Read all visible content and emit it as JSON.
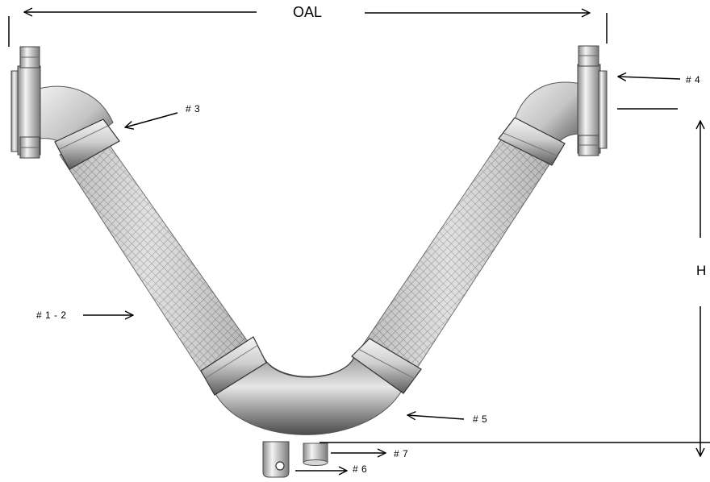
{
  "dimensions": {
    "overall_length_label": "OAL",
    "height_label": "H"
  },
  "callouts": {
    "braided_hose": "# 1 - 2",
    "ferrule": "# 3",
    "flange": "# 4",
    "return_bend": "# 5",
    "lifting_lug": "# 6",
    "drain_port": "# 7"
  },
  "colors": {
    "line": "#000000",
    "metal_light": "#f2f2f2",
    "metal_dark": "#555555",
    "braid": "#d4d4d4"
  }
}
